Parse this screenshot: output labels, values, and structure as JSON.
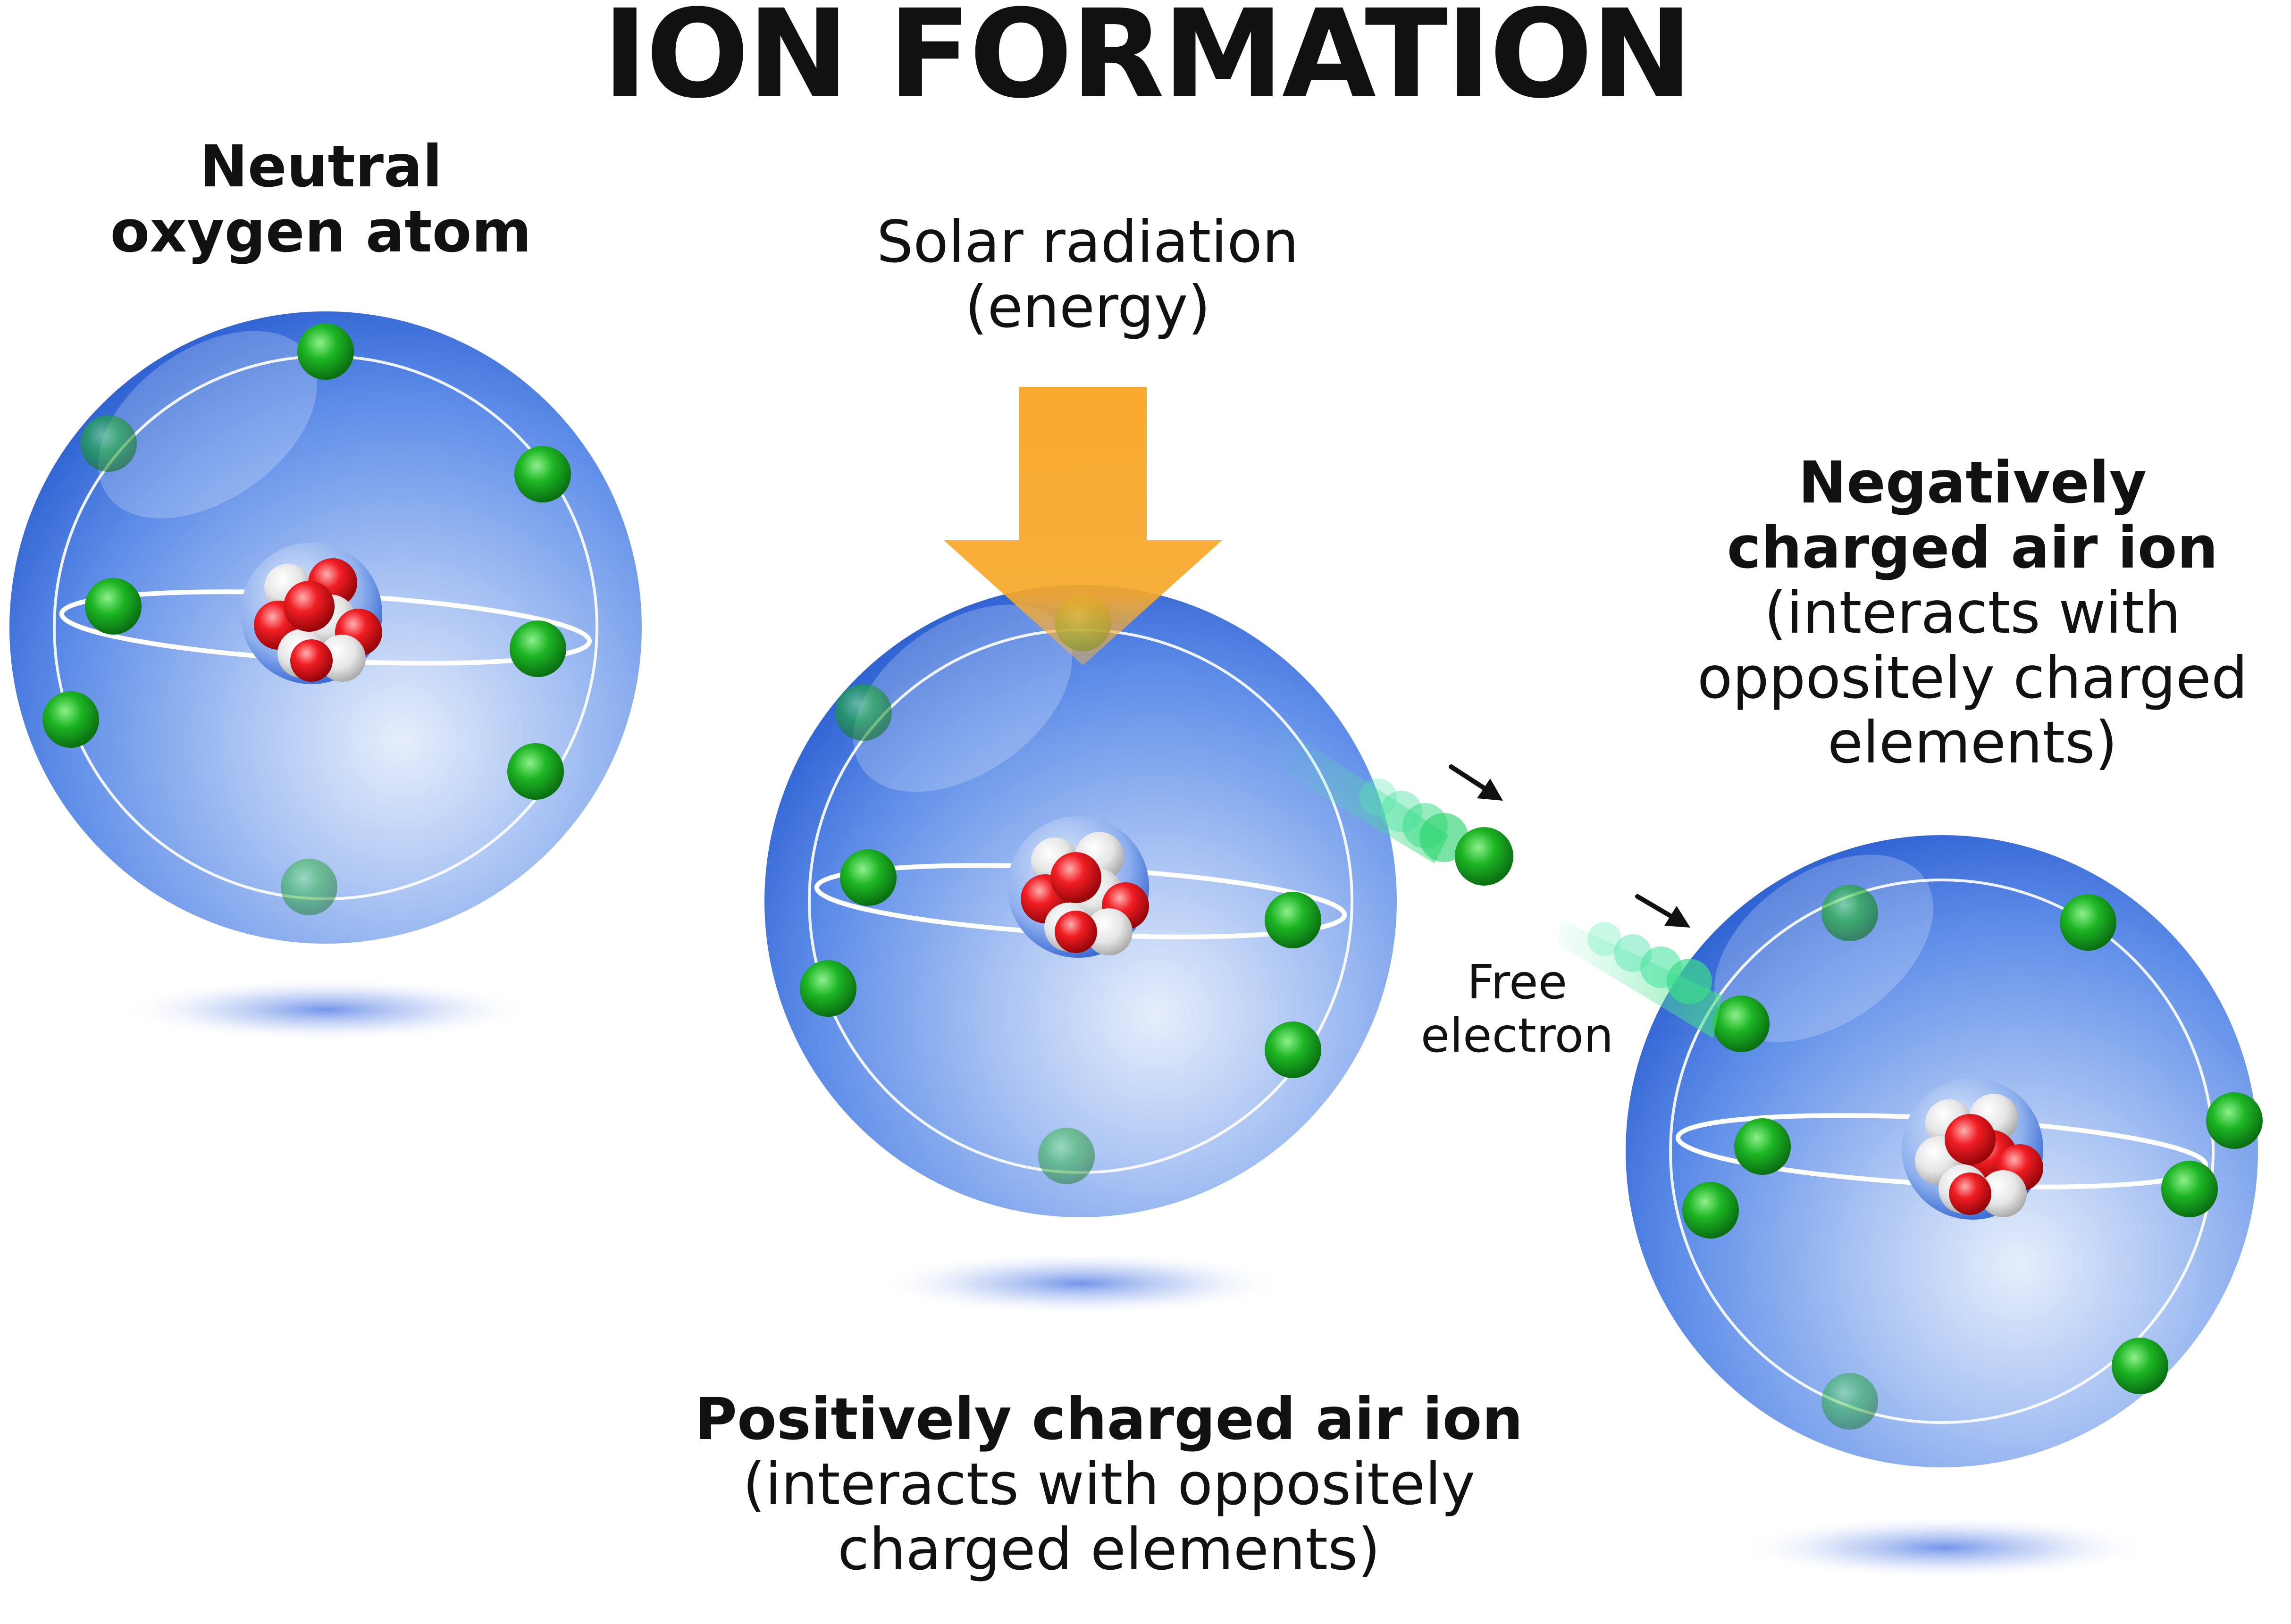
{
  "title": "ION FORMATION",
  "neutral_atom": {
    "label_lines": [
      "Neutral",
      "oxygen atom"
    ]
  },
  "solar": {
    "label_lines": [
      "Solar radiation",
      "(energy)"
    ],
    "arrow_color": "#F9A21B"
  },
  "positive_ion": {
    "heading": "Positively charged air ion",
    "desc_lines": [
      "(interacts with oppositely",
      "charged elements)"
    ]
  },
  "negative_ion": {
    "heading_lines": [
      "Negatively",
      "charged air ion"
    ],
    "desc_lines": [
      "(interacts with",
      "oppositely charged",
      "elements)"
    ]
  },
  "free_electron": {
    "label_lines": [
      "Free",
      "electron"
    ]
  },
  "electrons_per_atom": {
    "neutral": 8,
    "positive": 7,
    "negative": 9
  },
  "colors": {
    "atom_sphere": "#3F78E0",
    "electron": "#16A01E",
    "proton": "#E0141C",
    "neutron": "#E8E8E8",
    "electron_trail": "#5BE8B4",
    "motion_arrow": "#111111"
  }
}
